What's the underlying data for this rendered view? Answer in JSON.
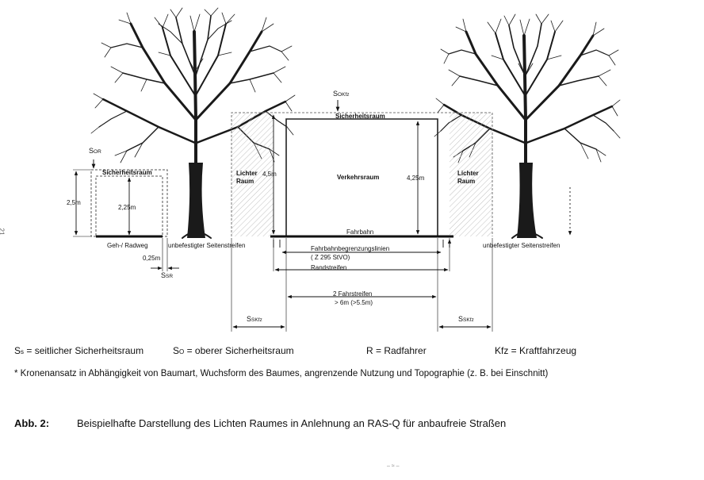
{
  "labels": {
    "s_okfz": "S",
    "s_okfz_sub": "OKfz",
    "sicherheitsraum_top": "Sicherheitsraum",
    "lichter_raum_left": "Lichter\nRaum",
    "h_45": "4,5m",
    "verkehrsraum": "Verkehrsraum",
    "h_425": "4,25m",
    "lichter_raum_right": "Lichter\nRaum",
    "fahrbahn": "Fahrbahn",
    "s_or": "S",
    "s_or_sub": "OR",
    "sicherheitsraum_left": "Sicherheitsraum",
    "h_25": "2,5m",
    "h_225": "2,25m",
    "geh_radweg": "Geh-/ Radweg",
    "unbef_left": "unbefestigter Seitenstreifen",
    "w_025": "0,25m",
    "s_sr": "S",
    "s_sr_sub": "SR",
    "fahrbahnbegrenzung": "Fahrbahnbegrenzungslinien",
    "z295": "( Z 295 StVO)",
    "randstreifen": "Randstreifen",
    "fahrstreifen": "2 Fahrstreifen",
    "fahrstreifen_width": "> 6m (>5.5m)",
    "s_skfz_left": "S",
    "s_skfz_left_sub": "SKfz",
    "s_skfz_right": "S",
    "s_skfz_right_sub": "SKfz",
    "unbef_right": "unbefestigter Seitenstreifen",
    "margin_mark": "21"
  },
  "legend": {
    "ss": "S",
    "ss_sub": "s",
    "ss_text": " = seitlicher Sicherheitsraum",
    "so": "S",
    "so_sub": "O",
    "so_text": " = oberer Sicherheitsraum",
    "r": "R = Radfahrer",
    "kfz": "Kfz = Kraftfahrzeug",
    "note": "* Kronenansatz in Abhängigkeit von Baumart, Wuchsform des Baumes, angrenzende Nutzung und Topographie (z. B. bei Einschnitt)"
  },
  "caption": {
    "label": "Abb. 2:",
    "text": "Beispielhafte Darstellung des Lichten Raumes in Anlehnung an RAS-Q für anbaufreie Straßen"
  },
  "footer_mark": "– ≈ –"
}
